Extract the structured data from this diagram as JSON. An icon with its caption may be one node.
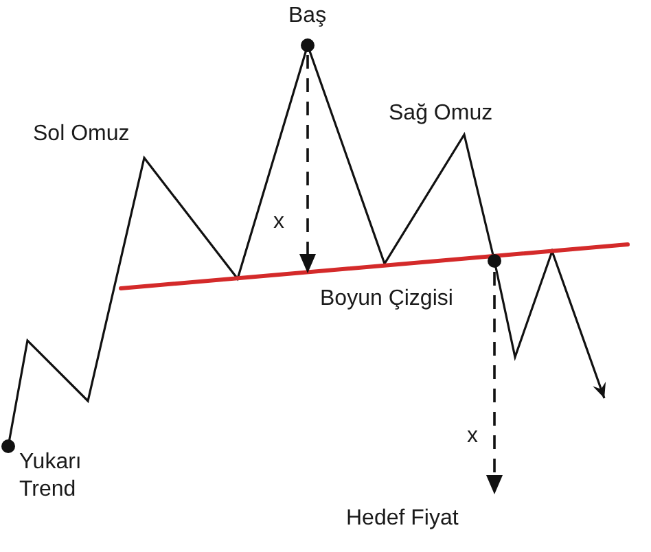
{
  "diagram": {
    "labels": [
      "Baş",
      "Sağ Omuz",
      "Sol Omuz",
      "x",
      "Boyun Çizgisi",
      "x",
      "Yukarı Trend",
      "Hedef Fiyat"
    ]
  }
}
